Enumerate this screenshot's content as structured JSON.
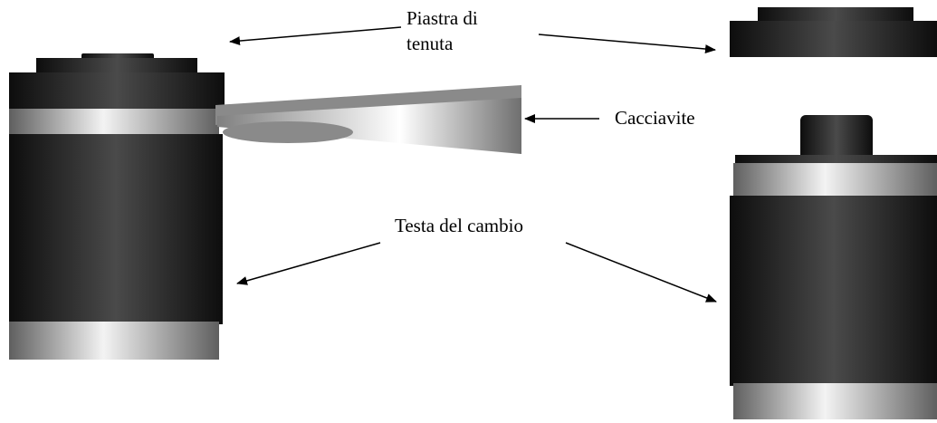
{
  "labels": {
    "seal_plate_line1": "Piastra di",
    "seal_plate_line2": "tenuta",
    "screwdriver": "Cacciavite",
    "gear_head": "Testa del cambio"
  }
}
